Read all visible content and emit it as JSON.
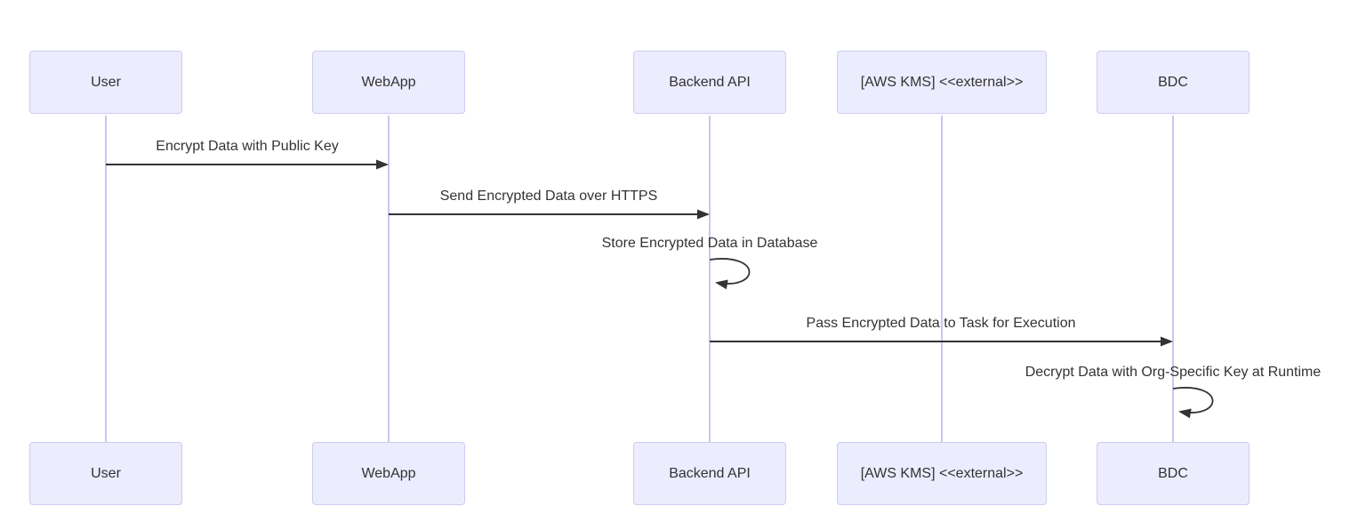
{
  "diagram": {
    "type": "sequence-diagram",
    "actors": [
      {
        "id": "user",
        "label": "User"
      },
      {
        "id": "webapp",
        "label": "WebApp"
      },
      {
        "id": "backend",
        "label": "Backend API"
      },
      {
        "id": "kms",
        "label": "[AWS KMS] <<external>>"
      },
      {
        "id": "bdc",
        "label": "BDC"
      }
    ],
    "messages": [
      {
        "from": "User",
        "to": "WebApp",
        "style": "solid-arrow",
        "text": "Encrypt Data with Public Key"
      },
      {
        "from": "WebApp",
        "to": "Backend API",
        "style": "solid-arrow",
        "text": "Send Encrypted Data over HTTPS"
      },
      {
        "from": "Backend API",
        "to": "Backend API",
        "style": "self-loop",
        "text": "Store Encrypted Data in Database"
      },
      {
        "from": "Backend API",
        "to": "BDC",
        "style": "solid-arrow",
        "text": "Pass Encrypted Data to Task for Execution"
      },
      {
        "from": "BDC",
        "to": "BDC",
        "style": "self-loop",
        "text": "Decrypt Data with Org-Specific Key at Runtime"
      }
    ]
  },
  "colors": {
    "background": "#FFFFFF",
    "actor_fill": "#ECECFF",
    "actor_border": "#CCCCF0",
    "lifeline": "#CBC6EF",
    "arrow": "#333333",
    "text": "#333333"
  }
}
